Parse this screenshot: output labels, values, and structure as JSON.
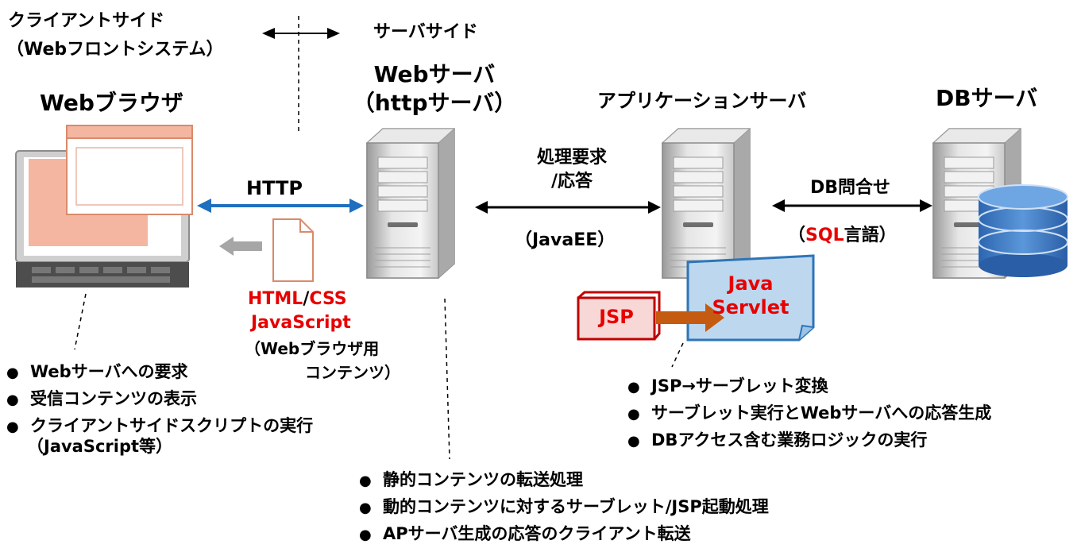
{
  "client": {
    "title": "クライアントサイド",
    "subtitle": "（Webフロントシステム）",
    "browser_label": "Webブラウザ"
  },
  "server_side_label": "サーバサイド",
  "web_server": {
    "line1": "Webサーバ",
    "line2": "（httpサーバ）"
  },
  "app_server": {
    "label": "アプリケーションサーバ"
  },
  "db_server": {
    "label": "DBサーバ"
  },
  "http_label": "HTTP",
  "content": {
    "line1_a": "HTML",
    "line1_sep": "/",
    "line1_b": "CSS",
    "line2": "JavaScript",
    "line3": "（Webブラウザ用",
    "line4": "コンテンツ）"
  },
  "web_app_link": {
    "line1": "処理要求",
    "line2": "/応答",
    "protocol": "（JavaEE）"
  },
  "db_link": {
    "label": "DB問合せ",
    "open": "（",
    "lang": "SQL",
    "close": "言語）"
  },
  "jsp_label": "JSP",
  "servlet": {
    "line1": "Java",
    "line2": "Servlet"
  },
  "client_bullets": [
    "Webサーバへの要求",
    "受信コンテンツの表示",
    "クライアントサイドスクリプトの実行"
  ],
  "client_note": "（JavaScript等）",
  "app_bullets": [
    "JSP→サーブレット変換",
    "サーブレット実行とWebサーバへの応答生成",
    "DBアクセス含む業務ロジックの実行"
  ],
  "web_bullets": [
    "静的コンテンツの転送処理",
    "動的コンテンツに対するサーブレット/JSP起動処理",
    "APサーバ生成の応答のクライアント転送"
  ],
  "colors": {
    "http_arrow": "#1f6fc0",
    "content_arrow": "#a6a6a6",
    "conversion_arrow": "#c55a11",
    "jsp_fill": "#f8d7d7",
    "jsp_border": "#c00000",
    "servlet_fill": "#bdd7ee",
    "servlet_border": "#2e75b6",
    "db_cylinder": "#3a78c3",
    "browser_window": "#f4b6a0"
  }
}
